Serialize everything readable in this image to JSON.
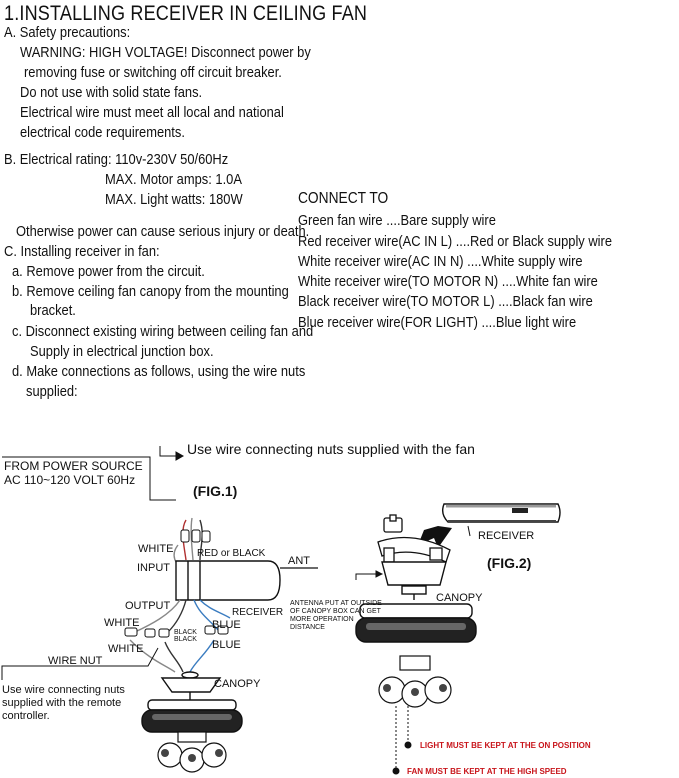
{
  "title": "1.INSTALLING RECEIVER IN CEILING FAN",
  "left_text": [
    "A. Safety precautions:",
    "WARNING: HIGH VOLTAGE!  Disconnect power by",
    "removing fuse or switching off circuit breaker.",
    "Do not use with solid state fans.",
    "Electrical wire must meet all local and national",
    "electrical code requirements.",
    "B. Electrical rating: 110v-230V  50/60Hz",
    "MAX. Motor amps: 1.0A",
    "MAX. Light watts: 180W",
    "Otherwise power can cause serious injury or death.",
    "C. Installing receiver in fan:",
    "a. Remove power from the circuit.",
    "b. Remove ceiling fan canopy from the mounting",
    "bracket.",
    "c. Disconnect existing wiring between ceiling fan and",
    "Supply in electrical junction box.",
    "d. Make connections as follows, using the wire nuts",
    "supplied:"
  ],
  "connect": {
    "header": "CONNECT     TO",
    "rows": [
      "Green fan wire ....Bare supply wire",
      "Red receiver wire(AC IN L) ....Red or Black  supply wire",
      "White receiver wire(AC IN N) ....White supply wire",
      "White receiver wire(TO MOTOR N) ....White fan wire",
      "Black receiver wire(TO MOTOR L) ....Black fan wire",
      "Blue receiver wire(FOR LIGHT) ....Blue light wire"
    ]
  },
  "fig1": {
    "nuts_note": "Use wire connecting nuts supplied  with the fan",
    "power_source": [
      "FROM POWER SOURCE",
      "AC 110~120 VOLT 60Hz"
    ],
    "fig_label": "(FIG.1)",
    "white_top": "WHITE",
    "red_or_black": "RED or BLACK",
    "input": "INPUT",
    "ant": "ANT",
    "output": "OUTPUT",
    "receiver": "RECEIVER",
    "white_left": "WHITE",
    "black_top": "BLACK",
    "black_bottom": "BLACK",
    "blue_top": "BLUE",
    "blue_bottom": "BLUE",
    "white_bottom": "WHITE",
    "wire_nut": "WIRE NUT",
    "canopy": "CANOPY",
    "remote_note": [
      "Use wire connecting nuts",
      "supplied with the remote",
      "controller."
    ]
  },
  "fig2": {
    "receiver": "RECEIVER",
    "fig_label": "(FIG.2)",
    "canopy": "CANOPY",
    "antenna_note": [
      "ANTENNA PUT AT OUTSIDE",
      "OF CANOPY BOX CAN GET",
      "MORE OPERATION",
      "DISTANCE"
    ],
    "light_note": "LIGHT MUST BE  KEPT AT THE  ON POSITION",
    "fan_note": "FAN MUST BE KEPT AT THE HIGH SPEED"
  }
}
